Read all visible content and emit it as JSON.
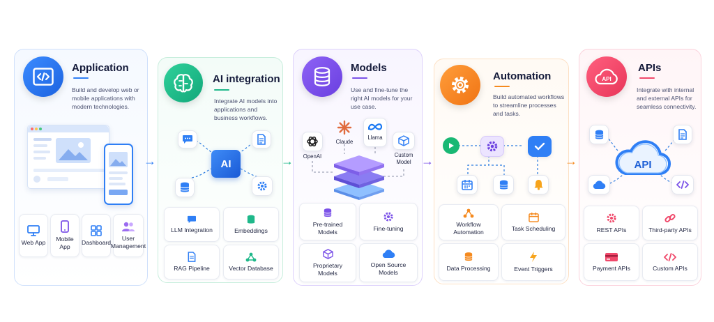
{
  "colors": {
    "application": "#2f7ff5",
    "ai": "#1fb88a",
    "models": "#7b52e8",
    "automation": "#f58a1f",
    "apis": "#f0486a"
  },
  "application": {
    "title": "Application",
    "desc": "Build and develop web or mobile applications with modern technologies.",
    "tiles": [
      "Web App",
      "Mobile App",
      "Dashboard",
      "User Management"
    ]
  },
  "ai": {
    "title": "AI integration",
    "desc": "Integrate AI models into applications and business workflows.",
    "chip": "AI",
    "tiles": [
      "LLM Integration",
      "Embeddings",
      "RAG Pipeline",
      "Vector Database"
    ]
  },
  "models": {
    "title": "Models",
    "desc": "Use and fine-tune the right AI models for your use case.",
    "providers": [
      "OpenAI",
      "Claude",
      "Llama",
      "Custom Model"
    ],
    "tiles": [
      "Pre-trained Models",
      "Fine-tuning",
      "Proprietary Models",
      "Open Source Models"
    ]
  },
  "automation": {
    "title": "Automation",
    "desc": "Build automated workflows to streamline processes and tasks.",
    "tiles": [
      "Workflow Automation",
      "Task Scheduling",
      "Data Processing",
      "Event Triggers"
    ]
  },
  "apis": {
    "title": "APIs",
    "desc": "Integrate with internal and external APIs for seamless connectivity.",
    "badge": "API",
    "cloud": "API",
    "tiles": [
      "REST APIs",
      "Third-party APIs",
      "Payment APIs",
      "Custom APIs"
    ]
  },
  "icons": [
    "code-icon",
    "brain-icon",
    "database-icon",
    "gear-icon",
    "api-cloud-icon",
    "chat-icon",
    "document-icon",
    "bell-icon",
    "calendar-icon",
    "play-icon",
    "check-icon",
    "bolt-icon",
    "link-icon",
    "card-icon",
    "users-icon",
    "grid-icon",
    "monitor-icon",
    "phone-icon",
    "cube-icon",
    "layers-icon",
    "workflow-icon"
  ]
}
